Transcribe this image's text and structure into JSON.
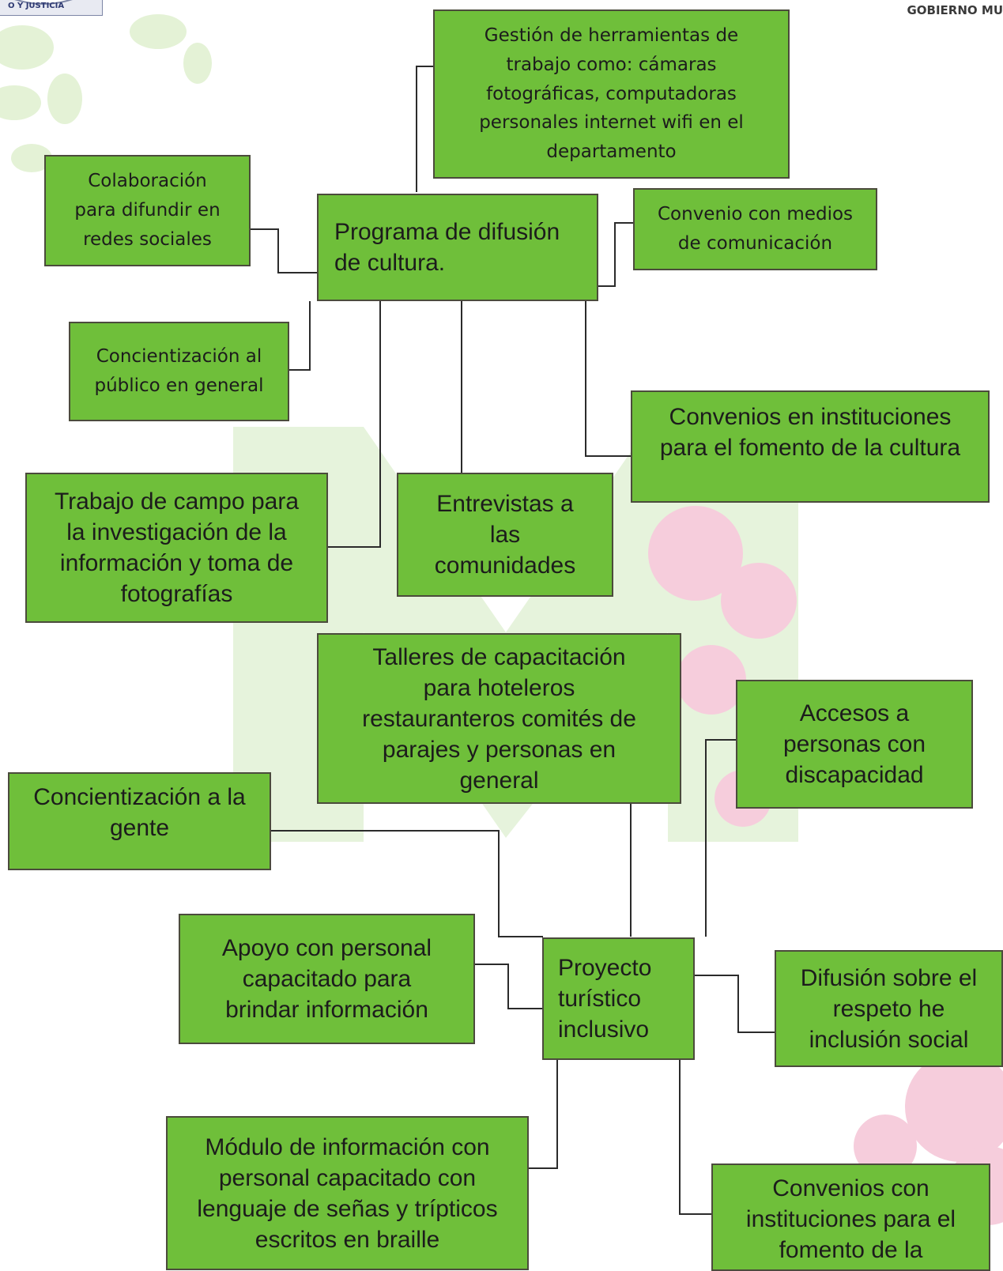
{
  "header": {
    "text": "GOBIERNO MU",
    "seal_text": "O Y JUSTICIA"
  },
  "colors": {
    "box_fill": "#6fbf3a",
    "box_border": "#4b4b3c",
    "wire": "#2b2b2b",
    "watermark_green": "#dff0cf",
    "watermark_pink": "#f4c6d6"
  },
  "nodes": {
    "gestion": "Gestión de herramientas de\ntrabajo como: cámaras\nfotográficas, computadoras\npersonales internet wifi en el\ndepartamento",
    "colaboracion": "Colaboración\npara difundir en\nredes sociales",
    "programa": "Programa de difusión\nde cultura.",
    "convenio_medios": "Convenio con medios\nde comunicación",
    "concientizacion_publico": "Concientización al\npúblico en general",
    "convenios_instituciones": "Convenios en instituciones\npara el fomento de la cultura",
    "trabajo_campo": "Trabajo de campo para\nla investigación de la\ninformación y toma de\nfotografías",
    "entrevistas": "Entrevistas a\nlas\ncomunidades",
    "talleres": "Talleres de capacitación\npara hoteleros\nrestauranteros comités de\nparajes y personas en\ngeneral",
    "accesos": "Accesos a\npersonas con\ndiscapacidad",
    "concientizacion_gente": "Concientización a la\ngente",
    "apoyo": "Apoyo con personal\ncapacitado para\nbrindar información",
    "proyecto": "Proyecto\nturístico\ninclusivo",
    "difusion_respeto": "Difusión sobre el\nrespeto he\ninclusión social",
    "modulo": "Módulo de información con\npersonal capacitado con\nlenguaje de señas y trípticos\nescritos en braille",
    "convenios_fomento": "Convenios con\ninstituciones para el\nfomento de la"
  }
}
